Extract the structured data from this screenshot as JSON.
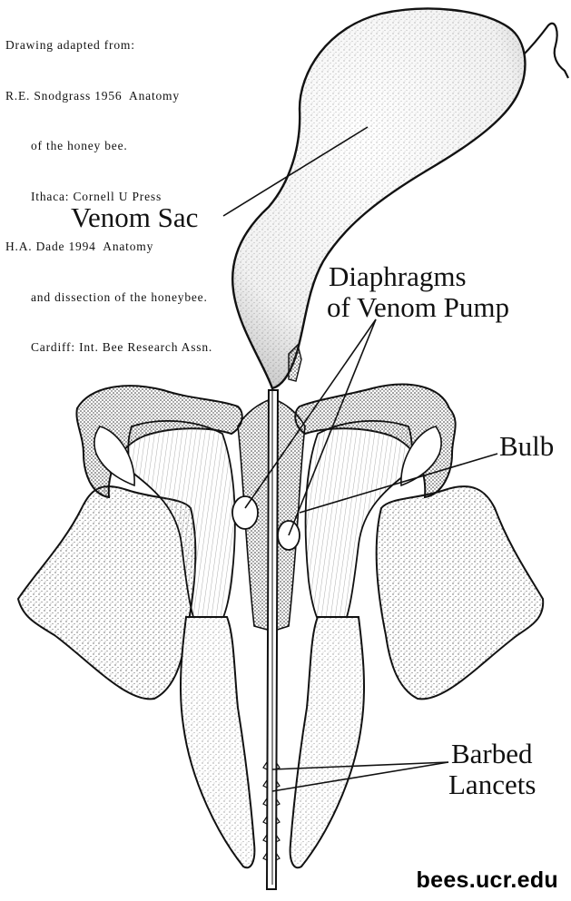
{
  "credit": {
    "line1": "Drawing adapted from:",
    "line2": "R.E. Snodgrass 1956  Anatomy",
    "line3": "of the honey bee.",
    "line4": "Ithaca: Cornell U Press",
    "line5": "H.A. Dade 1994  Anatomy",
    "line6": "and dissection of the honeybee.",
    "line7": "Cardiff: Int. Bee Research Assn."
  },
  "labels": {
    "venom_sac": "Venom Sac",
    "diaphragms_line1": "Diaphragms",
    "diaphragms_line2": "of Venom Pump",
    "bulb": "Bulb",
    "barbed_line1": "Barbed",
    "barbed_line2": "Lancets"
  },
  "footer": {
    "site": "bees.ucr.edu"
  }
}
